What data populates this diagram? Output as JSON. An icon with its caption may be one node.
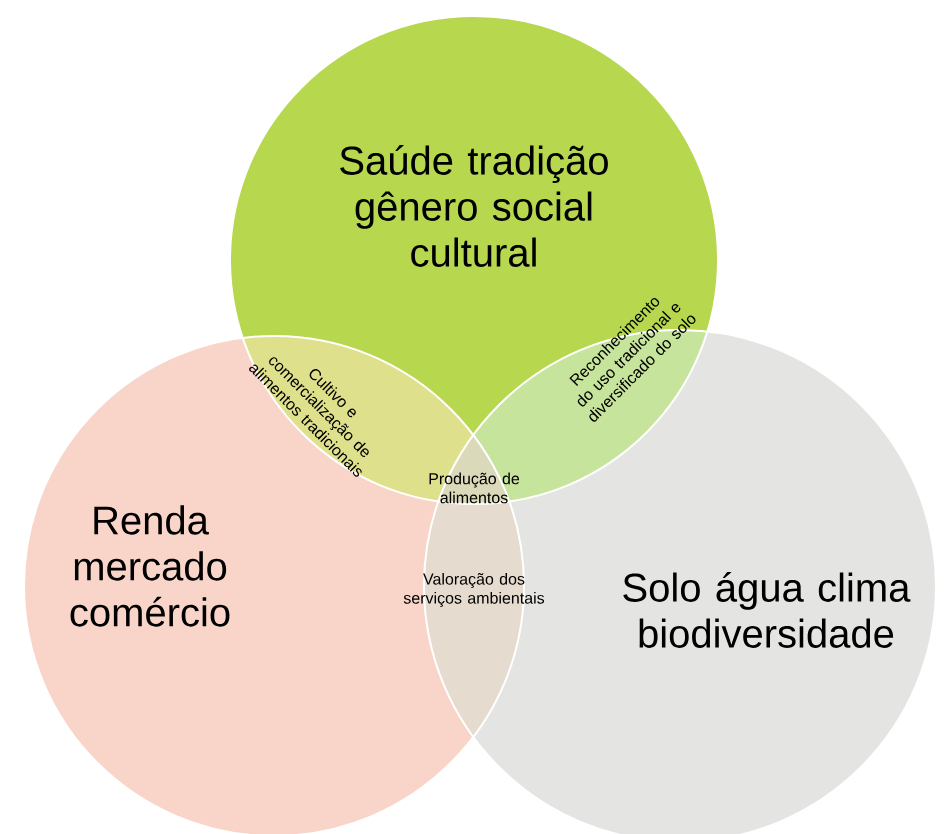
{
  "diagram": {
    "nodes": [
      {
        "text": [
          "Saúde tradição gênero social cultural"
        ]
      },
      {
        "text": [
          "Renda mercado comércio"
        ]
      },
      {
        "text": [
          "Solo água clima biodiversidade"
        ]
      }
    ],
    "labels": [
      "Cultivo e comercialização de alimentos tradicionais",
      "Reconhecimento do uso tradicional e diversificado do solo",
      "Produção de alimentos",
      "Valoração dos serviços ambientais"
    ]
  }
}
